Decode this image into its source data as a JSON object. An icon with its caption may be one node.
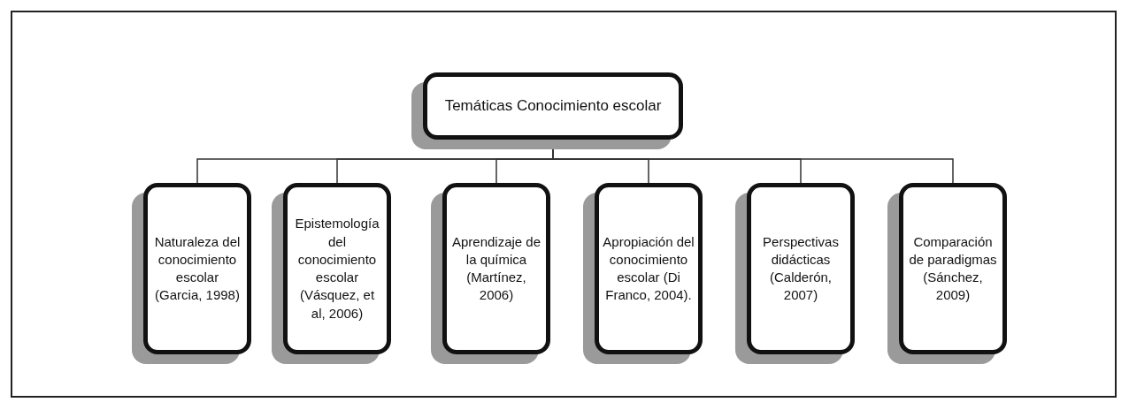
{
  "diagram": {
    "nodes": [
      {
        "text": [
          "Temáticas Conocimiento escolar"
        ]
      },
      {
        "text": [
          "Naturaleza del conocimiento escolar (Garcia, 1998)"
        ]
      },
      {
        "text": [
          "Epistemología del conocimiento escolar (Vásquez, et al, 2006)"
        ]
      },
      {
        "text": [
          "Aprendizaje de la química (Martínez, 2006)"
        ]
      },
      {
        "text": [
          "Apropiación del conocimiento escolar (Di Franco, 2004)."
        ]
      },
      {
        "text": [
          "Perspectivas didácticas (Calderón, 2007)"
        ]
      },
      {
        "text": [
          "Comparación de paradigmas (Sánchez, 2009)"
        ]
      }
    ],
    "edges": [
      {
        "from": 0,
        "to": 1,
        "arrow": "none"
      },
      {
        "from": 0,
        "to": 2,
        "arrow": "none"
      },
      {
        "from": 0,
        "to": 3,
        "arrow": "none"
      },
      {
        "from": 0,
        "to": 4,
        "arrow": "none"
      },
      {
        "from": 0,
        "to": 5,
        "arrow": "none"
      },
      {
        "from": 0,
        "to": 6,
        "arrow": "none"
      }
    ]
  }
}
